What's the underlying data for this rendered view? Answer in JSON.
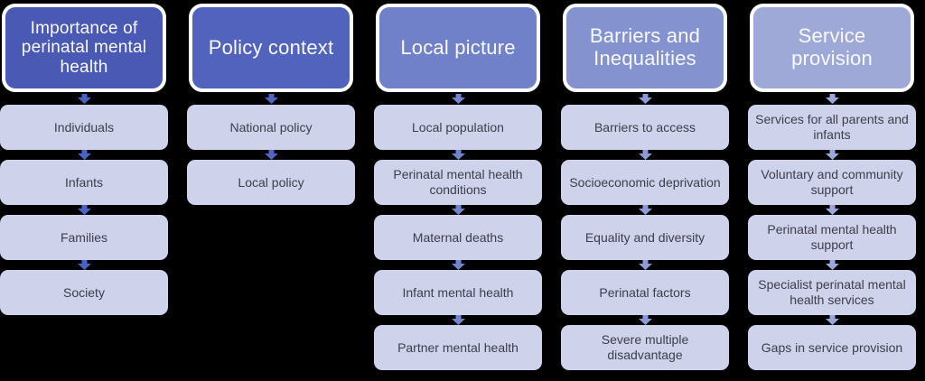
{
  "diagram": {
    "type": "smartart-flow-columns",
    "background": "#000000",
    "columns": [
      {
        "header": "Importance of perinatal mental health",
        "items": [
          "Individuals",
          "Infants",
          "Families",
          "Society"
        ]
      },
      {
        "header": "Policy context",
        "items": [
          "National policy",
          "Local policy"
        ]
      },
      {
        "header": "Local picture",
        "items": [
          "Local population",
          "Perinatal mental health conditions",
          "Maternal deaths",
          "Infant mental health",
          "Partner mental health"
        ]
      },
      {
        "header": "Barriers and Inequalities",
        "items": [
          "Barriers to access",
          "Socioeconomic deprivation",
          "Equality and diversity",
          "Perinatal factors",
          "Severe multiple disadvantage"
        ]
      },
      {
        "header": "Service provision",
        "items": [
          "Services for all parents and infants",
          "Voluntary and community support",
          "Perinatal mental health support",
          "Specialist perinatal mental health services",
          "Gaps in service provision"
        ]
      }
    ],
    "colors": {
      "header_fills": [
        "#4a59b3",
        "#5263bd",
        "#7080c9",
        "#8492d0",
        "#9fa9d7"
      ],
      "arrow_fills": [
        "#4c63c6",
        "#5065c5",
        "#7384cf",
        "#8e9ad5",
        "#9ca7da"
      ],
      "header_border": "#ffffff",
      "header_text": "#f9f9fc",
      "item_fill": "#cfd2eb",
      "item_text": "#3d3d4b",
      "background": "#000000"
    }
  }
}
